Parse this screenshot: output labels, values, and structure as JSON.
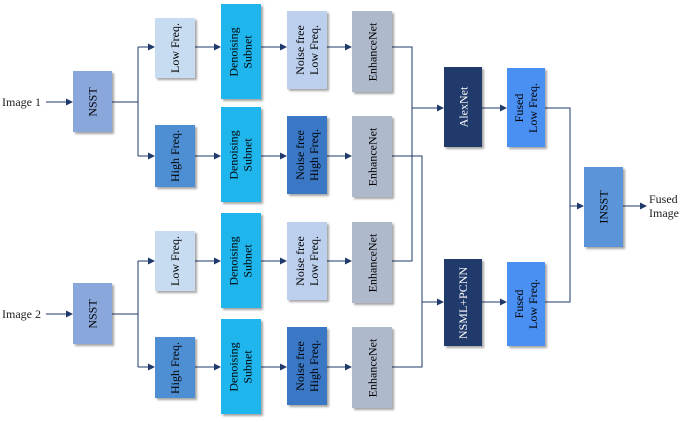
{
  "inputs": {
    "image1": "Image 1",
    "image2": "Image 2"
  },
  "output": {
    "label": "Fused\nImage"
  },
  "nsst": "NSST",
  "low_freq": "Low Freq.",
  "high_freq": "High Freq.",
  "denoising_subnet": "Denoising\nSubnet",
  "noise_free_low": "Noise free\nLow Freq.",
  "noise_free_high": "Noise free\nHigh Freq.",
  "enhancenet": "EnhanceNet",
  "alexnet": "AlexNet",
  "nsml_pcnn": "NSML+PCNN",
  "fused_low_1": "Fused\nLow Freq.",
  "fused_low_2": "Fused\nLow Freq.",
  "insst": "INSST",
  "colors": {
    "nsst": "#8aa7dc",
    "freq_low": "#c7dcf1",
    "freq_high": "#4e8fd3",
    "denoise": "#1fb6ee",
    "nf_low": "#bccfec",
    "nf_high": "#3a77c5",
    "enhance": "#aeb9cc",
    "dark": "#1f3a6b",
    "fused": "#4a8ff2",
    "insst": "#5b94d8",
    "line": "#1f3a6b"
  }
}
